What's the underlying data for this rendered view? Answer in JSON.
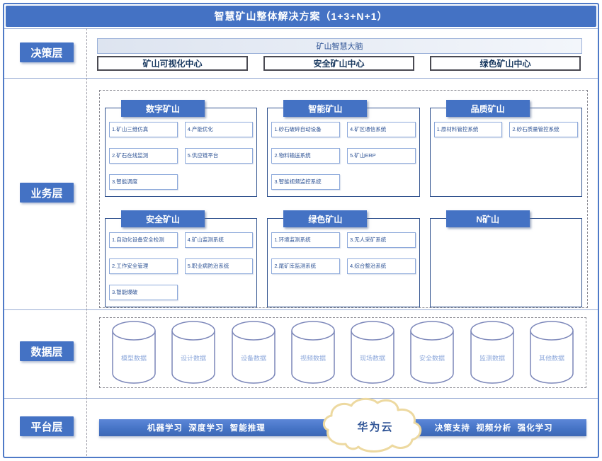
{
  "title": "智慧矿山整体解决方案（1+3+N+1）",
  "decision": {
    "label": "决策层",
    "brain": "矿山智慧大脑",
    "centers": [
      "矿山可视化中心",
      "安全矿山中心",
      "绿色矿山中心"
    ]
  },
  "business": {
    "label": "业务层",
    "modules": [
      {
        "title": "数字矿山",
        "col1": [
          "1.矿山三维仿真",
          "2.矿石在线监测",
          "3.智能调度"
        ],
        "col2": [
          "4.产能优化",
          "5.供应链平台"
        ]
      },
      {
        "title": "智能矿山",
        "col1": [
          "1.砂石破碎自动设备",
          "2.物料输送系统",
          "3.智能视频监控系统"
        ],
        "col2": [
          "4.矿区通信系统",
          "5.矿山ERP"
        ]
      },
      {
        "title": "品质矿山",
        "col1": [
          "1.原材料管控系统"
        ],
        "col2": [
          "2.砂石质量管控系统"
        ]
      },
      {
        "title": "安全矿山",
        "col1": [
          "1.自动化设备安全检测",
          "2.工作安全管理",
          "3.智能爆破"
        ],
        "col2": [
          "4.矿山监测系统",
          "5.职业病防治系统"
        ]
      },
      {
        "title": "绿色矿山",
        "col1": [
          "1.环境监测系统",
          "2.尾矿库监测系统"
        ],
        "col2": [
          "3.无人采矿系统",
          "4.综合整治系统"
        ]
      },
      {
        "title": "N矿山",
        "col1": [],
        "col2": []
      }
    ]
  },
  "data_layer": {
    "label": "数据层",
    "cylinders": [
      "模型数据",
      "设计数据",
      "设备数据",
      "视频数据",
      "现场数据",
      "安全数据",
      "监测数据",
      "其他数据"
    ]
  },
  "platform": {
    "label": "平台层",
    "left_text": "机器学习  深度学习  智能推理",
    "cloud_label": "华为云",
    "right_text": "决策支持  视频分析  强化学习"
  },
  "colors": {
    "primary_blue": "#4472C4",
    "dark_blue_text": "#2F5496",
    "item_border": "#8EAADB",
    "cylinder_stroke": "#7B86B9",
    "cylinder_label": "#8FAADC",
    "cloud_outline": "#EDD9A0"
  }
}
